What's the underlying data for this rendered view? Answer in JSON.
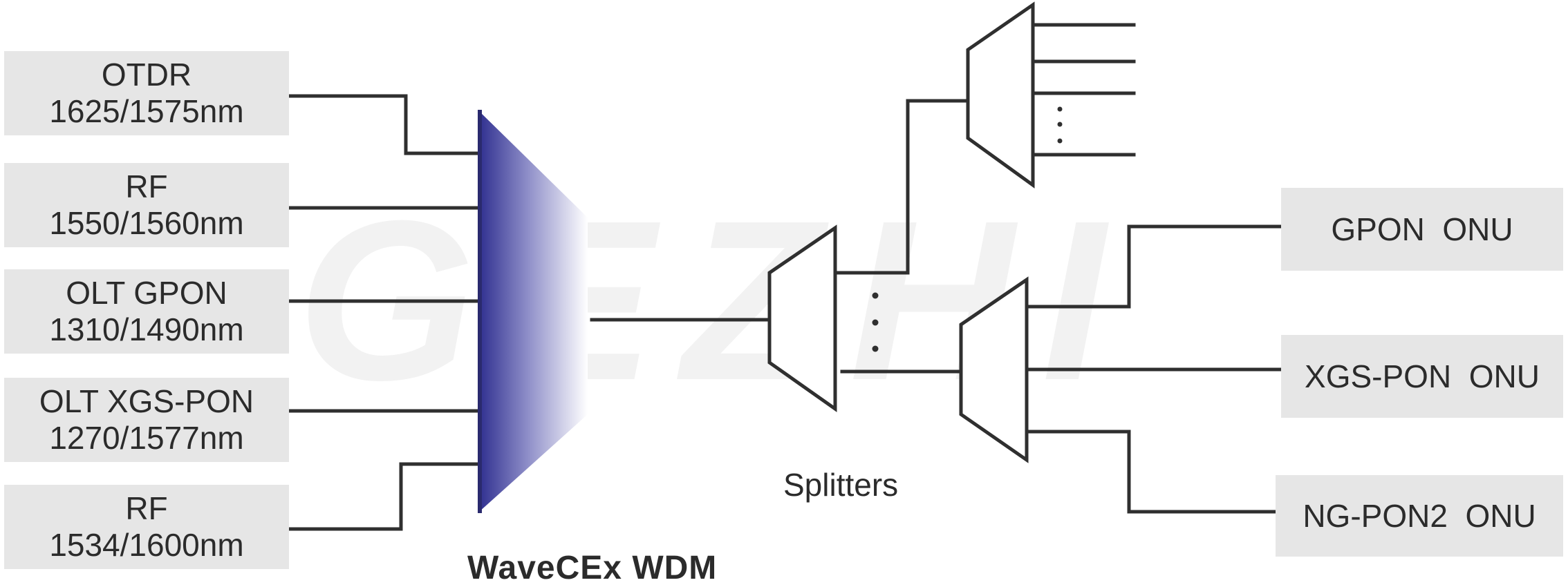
{
  "watermark": "GEZHI",
  "inputs": [
    {
      "name": "OTDR",
      "wavelength": "1625/1575nm"
    },
    {
      "name": "RF",
      "wavelength": "1550/1560nm"
    },
    {
      "name": "OLT GPON",
      "wavelength": "1310/1490nm"
    },
    {
      "name": "OLT XGS-PON",
      "wavelength": "1270/1577nm"
    },
    {
      "name": "RF",
      "wavelength": "1534/1600nm"
    }
  ],
  "wdm": {
    "label": "WaveCEx WDM",
    "gradient_start": "#2e2e8f",
    "gradient_end": "#ffffff"
  },
  "splitters": {
    "label": "Splitters"
  },
  "outputs": [
    {
      "label": "GPON  ONU"
    },
    {
      "label": "XGS-PON  ONU"
    },
    {
      "label": "NG-PON2  ONU"
    }
  ],
  "colors": {
    "box_fill": "#e6e6e6",
    "line": "#2f2f2f",
    "text": "#2b2b2b"
  }
}
